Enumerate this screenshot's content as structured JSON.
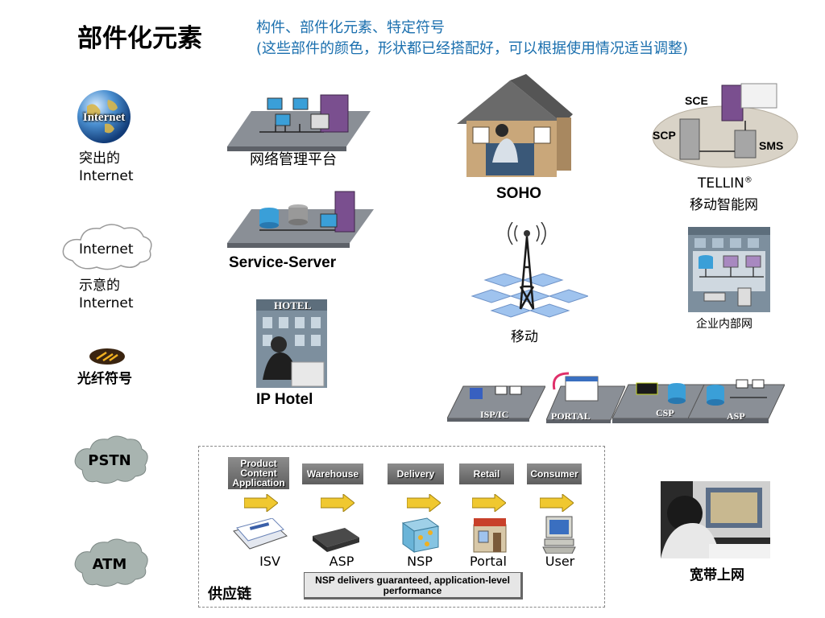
{
  "title": "部件化元素",
  "subtitle_line1": "构件、部件化元素、特定符号",
  "subtitle_line2": "(这些部件的颜色，形状都已经搭配好，可以根据使用情况适当调整)",
  "left_column": {
    "globe_text": "Internet",
    "globe_label_1": "突出的",
    "globe_label_2": "Internet",
    "cloud_text": "Internet",
    "cloud_label_1": "示意的",
    "cloud_label_2": "Internet",
    "fiber_label": "光纤符号",
    "pstn": "PSTN",
    "atm": "ATM"
  },
  "center_column": {
    "network_mgmt_label": "网络管理平台",
    "service_server_label": "Service-Server",
    "hotel_sign": "HOTEL",
    "ip_hotel_label": "IP Hotel"
  },
  "middle_column": {
    "soho_label": "SOHO",
    "mobile_label": "移动"
  },
  "right_column": {
    "sce": "SCE",
    "scp": "SCP",
    "sms": "SMS",
    "tellin": "TELLIN",
    "tellin_mark": "®",
    "tellin_sub": "移动智能网",
    "enterprise_label": "企业内部网",
    "broadband_label": "宽带上网"
  },
  "platforms": [
    {
      "tag": "ISP/IC"
    },
    {
      "tag": "PORTAL"
    },
    {
      "tag": "CSP"
    },
    {
      "tag": "ASP"
    }
  ],
  "supply_chain": {
    "stages": [
      "Product Content Application",
      "Warehouse",
      "Delivery",
      "Retail",
      "Consumer"
    ],
    "labels": [
      "ISV",
      "ASP",
      "NSP",
      "Portal",
      "User"
    ],
    "note": "NSP delivers guaranteed, application-level performance",
    "caption": "供应链"
  },
  "colors": {
    "subtitle_blue": "#1a6fae",
    "platform_gray": "#8a8f96",
    "server_purple": "#7a4f8f",
    "disk_blue": "#3a9fd8",
    "cloud_gray": "#a8b4b0",
    "arrow_yellow": "#f0c830"
  }
}
